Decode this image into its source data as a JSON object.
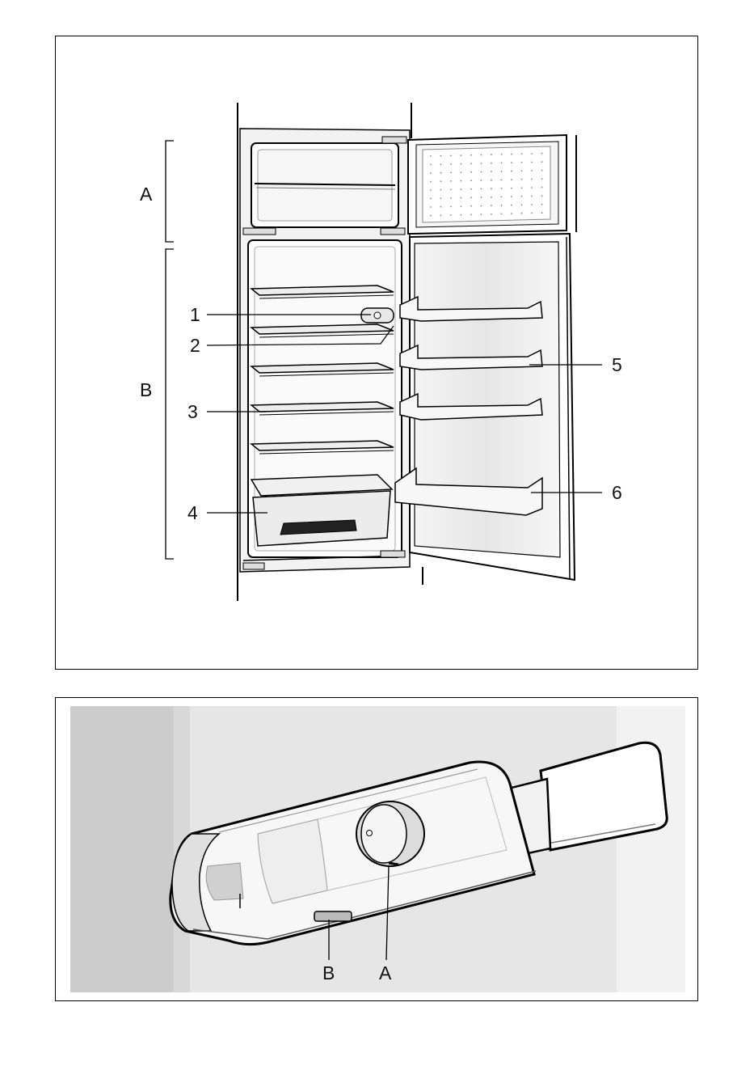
{
  "fridge_diagram": {
    "section_labels": {
      "a": "A",
      "b": "B"
    },
    "callouts": [
      "1",
      "2",
      "3",
      "4",
      "5",
      "6"
    ]
  },
  "control_diagram": {
    "callouts": {
      "b": "B",
      "a": "A"
    }
  }
}
